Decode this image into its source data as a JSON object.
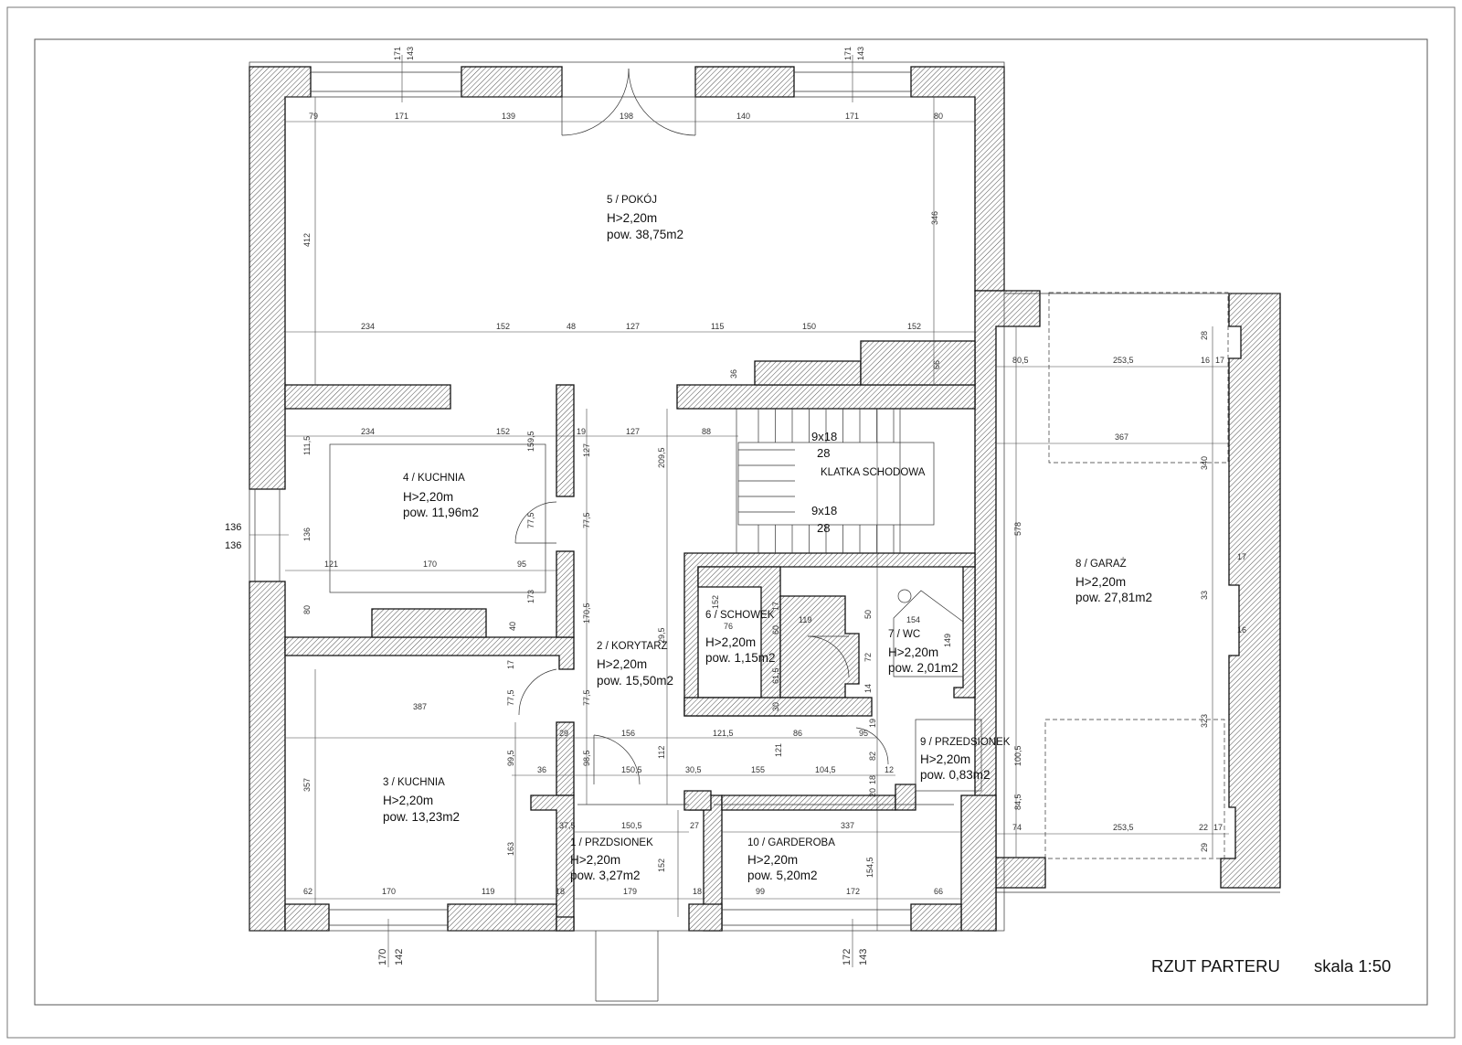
{
  "title": {
    "plan_name": "RZUT PARTERU",
    "scale": "skala 1:50"
  },
  "rooms": [
    {
      "name": "1 / PRZDSIONEK",
      "height": "H>2,20m",
      "area": "pow. 3,27m2"
    },
    {
      "name": "2 / KORYTARZ",
      "height": "H>2,20m",
      "area": "pow. 15,50m2"
    },
    {
      "name": "3 / KUCHNIA",
      "height": "H>2,20m",
      "area": "pow. 13,23m2"
    },
    {
      "name": "4 / KUCHNIA",
      "height": "H>2,20m",
      "area": "pow. 11,96m2"
    },
    {
      "name": "5 / POKÓJ",
      "height": "H>2,20m",
      "area": "pow. 38,75m2"
    },
    {
      "name": "6 / SCHOWEK",
      "height": "H>2,20m",
      "area": "pow. 1,15m2"
    },
    {
      "name": "7 / WC",
      "height": "H>2,20m",
      "area": "pow. 2,01m2"
    },
    {
      "name": "8 / GARAŻ",
      "height": "H>2,20m",
      "area": "pow. 27,81m2"
    },
    {
      "name": "9 / PRZEDSIONEK",
      "height": "H>2,20m",
      "area": "pow. 0,83m2"
    },
    {
      "name": "10 / GARDEROBA",
      "height": "H>2,20m",
      "area": "pow. 5,20m2"
    }
  ],
  "stairs": {
    "label": "KLATKA SCHODOWA",
    "upper_step": "9x18",
    "upper_count": "28",
    "lower_step": "9x18",
    "lower_count": "28"
  },
  "dimensions": {
    "top_row": [
      "79",
      "171",
      "139",
      "198",
      "140",
      "171",
      "80"
    ],
    "top_window_marks": [
      "171",
      "143",
      "171",
      "143"
    ],
    "pokoj_right": "346",
    "pokoj_left": "412",
    "mid_row": [
      "234",
      "152",
      "48",
      "127",
      "115",
      "150",
      "152"
    ],
    "mid_small": [
      "36",
      "66"
    ],
    "kuchnia4_row": [
      "234",
      "152",
      "19",
      "127",
      "88"
    ],
    "kuchnia4_side": [
      "111,5",
      "159,5",
      "127",
      "209,5",
      "77,5",
      "77,5",
      "136"
    ],
    "kuchnia4_bottom_row": [
      "121",
      "170",
      "95"
    ],
    "left_opening": [
      "136",
      "136"
    ],
    "kuchnia4_low": [
      "80",
      "40",
      "173",
      "170,5",
      "29,5"
    ],
    "corridor_side": [
      "17",
      "77,5",
      "77,5"
    ],
    "kuchnia3_row": [
      "387",
      "29"
    ],
    "corridor_row": [
      "156",
      "121,5",
      "86",
      "95"
    ],
    "kuchnia3_side": [
      "357",
      "99,5",
      "98,5",
      "112",
      "121",
      "82"
    ],
    "corridor_row2": [
      "36",
      "150,5",
      "30,5",
      "155",
      "104,5",
      "12"
    ],
    "schowek": [
      "76",
      "152",
      "17",
      "60",
      "61,5",
      "30"
    ],
    "wc": [
      "119",
      "50",
      "154",
      "149",
      "72",
      "14",
      "19",
      "18",
      "20"
    ],
    "przdsionek_row": [
      "37,5",
      "150,5",
      "27"
    ],
    "przdsionek_side": [
      "163",
      "152"
    ],
    "przdsionek_bottom": [
      "18",
      "179",
      "18"
    ],
    "garderoba_row": [
      "337",
      "154,5"
    ],
    "bottom_row": [
      "62",
      "170",
      "119"
    ],
    "garderoba_bottom": [
      "99",
      "172",
      "66"
    ],
    "bottom_window_marks": [
      "170",
      "142",
      "172",
      "143"
    ],
    "garaz_top": [
      "80,5",
      "253,5",
      "28",
      "16",
      "17"
    ],
    "garaz_width": "367",
    "garaz_side": [
      "578",
      "340",
      "17",
      "33",
      "16",
      "323",
      "100,5",
      "84,5"
    ],
    "garaz_bottom": [
      "74",
      "253,5",
      "22",
      "17",
      "29"
    ]
  },
  "colors": {
    "wall_stroke": "#111111",
    "hatch": "#222222",
    "dim": "#444444"
  }
}
